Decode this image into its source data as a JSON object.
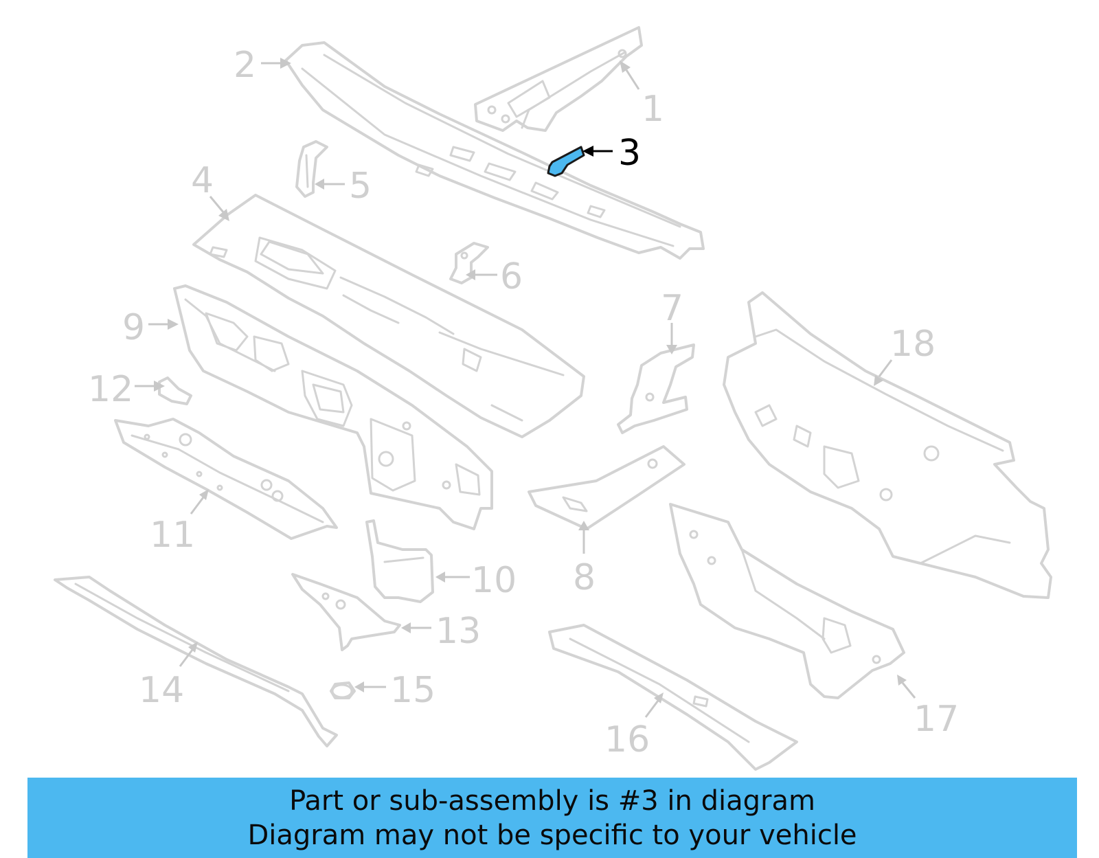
{
  "callouts": [
    "1",
    "2",
    "3",
    "4",
    "5",
    "6",
    "7",
    "8",
    "9",
    "10",
    "11",
    "12",
    "13",
    "14",
    "15",
    "16",
    "17",
    "18"
  ],
  "highlighted_part": "3",
  "colors": {
    "highlight": "#4cb8f0",
    "parts": "#d3d3d3",
    "labels": "#cfcfcf",
    "active_label": "#000000"
  },
  "banner": {
    "line1": "Part or sub-assembly is #3 in diagram",
    "line2": "Diagram may not be specific to your vehicle"
  }
}
